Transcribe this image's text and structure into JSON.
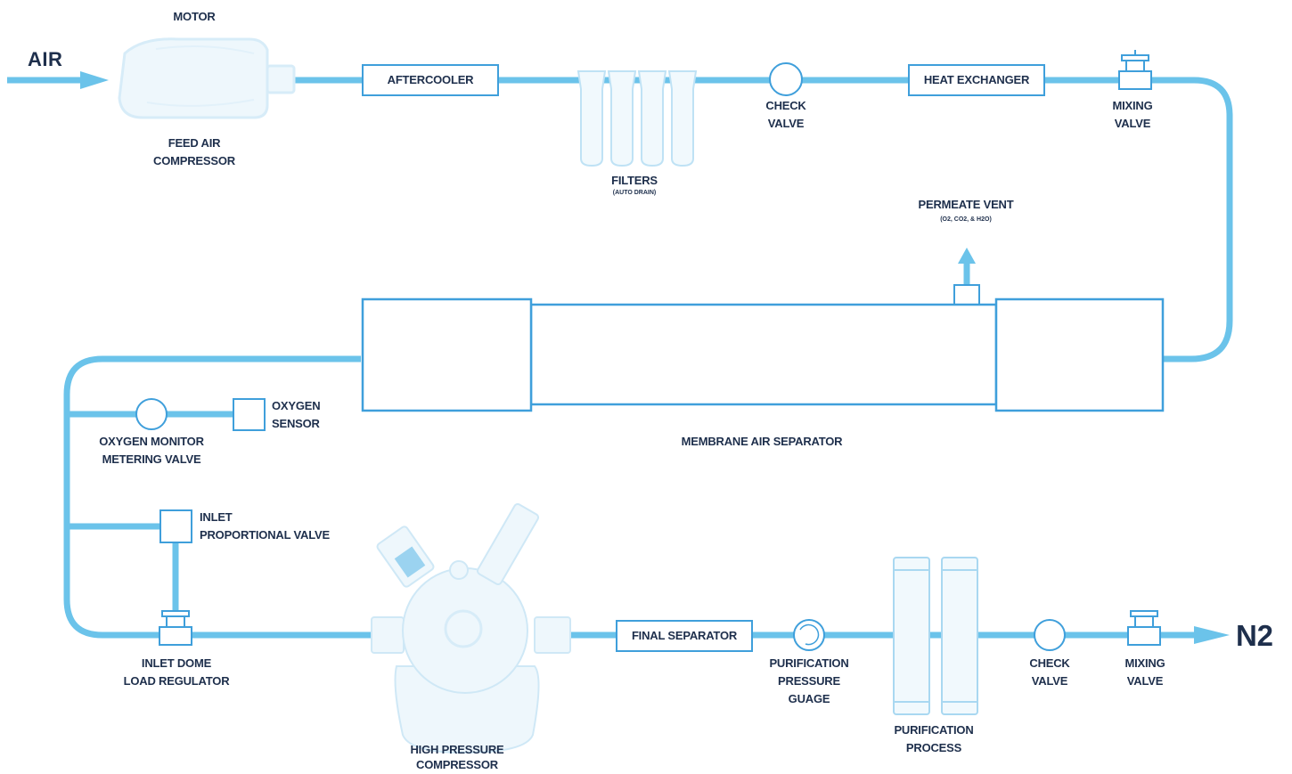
{
  "colors": {
    "pipe": "#6bc3ea",
    "outline": "#3f9fdb",
    "equipment_fill": "#e9f6fc",
    "text": "#1e2f4c"
  },
  "inlet": {
    "label": "AIR"
  },
  "outlet": {
    "label": "N2"
  },
  "motor": {
    "label": "MOTOR"
  },
  "feed_compressor": {
    "line1": "FEED AIR",
    "line2": "COMPRESSOR"
  },
  "aftercooler": {
    "label": "AFTERCOOLER"
  },
  "filters": {
    "label": "FILTERS",
    "note": "(AUTO DRAIN)"
  },
  "check_valve_top": {
    "line1": "CHECK",
    "line2": "VALVE"
  },
  "heat_exchanger": {
    "label": "HEAT EXCHANGER"
  },
  "mixing_valve_top": {
    "line1": "MIXING",
    "line2": "VALVE"
  },
  "permeate_vent": {
    "label": "PERMEATE VENT",
    "note": "(O2, CO2, & H2O)"
  },
  "membrane": {
    "label": "MEMBRANE AIR SEPARATOR"
  },
  "oxygen_monitor": {
    "line1": "OXYGEN MONITOR",
    "line2": "METERING VALVE"
  },
  "oxygen_sensor": {
    "line1": "OXYGEN",
    "line2": "SENSOR"
  },
  "inlet_prop_valve": {
    "line1": "INLET",
    "line2": "PROPORTIONAL VALVE"
  },
  "dome_regulator": {
    "line1": "INLET DOME",
    "line2": "LOAD REGULATOR"
  },
  "hp_compressor": {
    "line1": "HIGH PRESSURE",
    "line2": "COMPRESSOR"
  },
  "final_separator": {
    "label": "FINAL SEPARATOR"
  },
  "pressure_gauge": {
    "line1": "PURIFICATION",
    "line2": "PRESSURE",
    "line3": "GUAGE"
  },
  "purification": {
    "line1": "PURIFICATION",
    "line2": "PROCESS"
  },
  "check_valve_bottom": {
    "line1": "CHECK",
    "line2": "VALVE"
  },
  "mixing_valve_bottom": {
    "line1": "MIXING",
    "line2": "VALVE"
  }
}
